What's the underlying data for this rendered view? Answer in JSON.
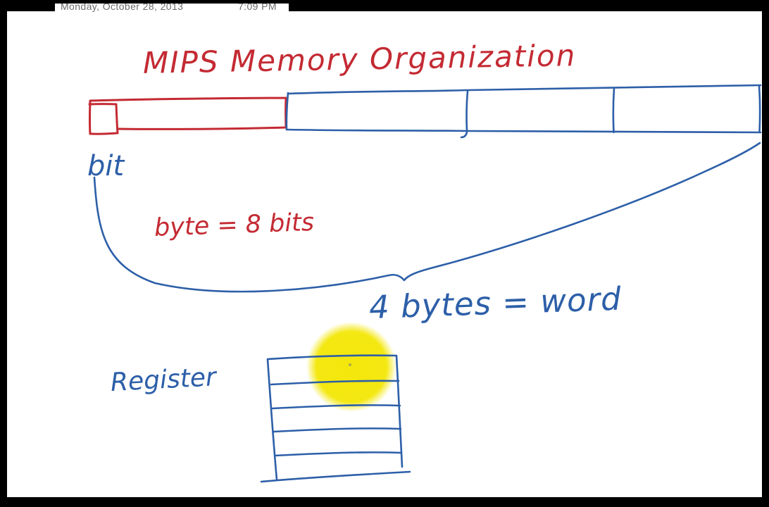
{
  "header": {
    "date": "Monday, October 28, 2013",
    "time": "7:09 PM"
  },
  "board": {
    "title": "MIPS Memory Organization",
    "labels": {
      "bit": "bit",
      "byte_equation": "byte = 8 bits",
      "word_equation": "4 bytes = word",
      "register": "Register"
    }
  },
  "colors": {
    "red_ink": "#c42a33",
    "blue_ink": "#2d5fa8",
    "highlight_yellow": "#f4e70b",
    "date_gray": "#6b6b6b",
    "frame_black": "#000000",
    "page_white": "#ffffff"
  }
}
